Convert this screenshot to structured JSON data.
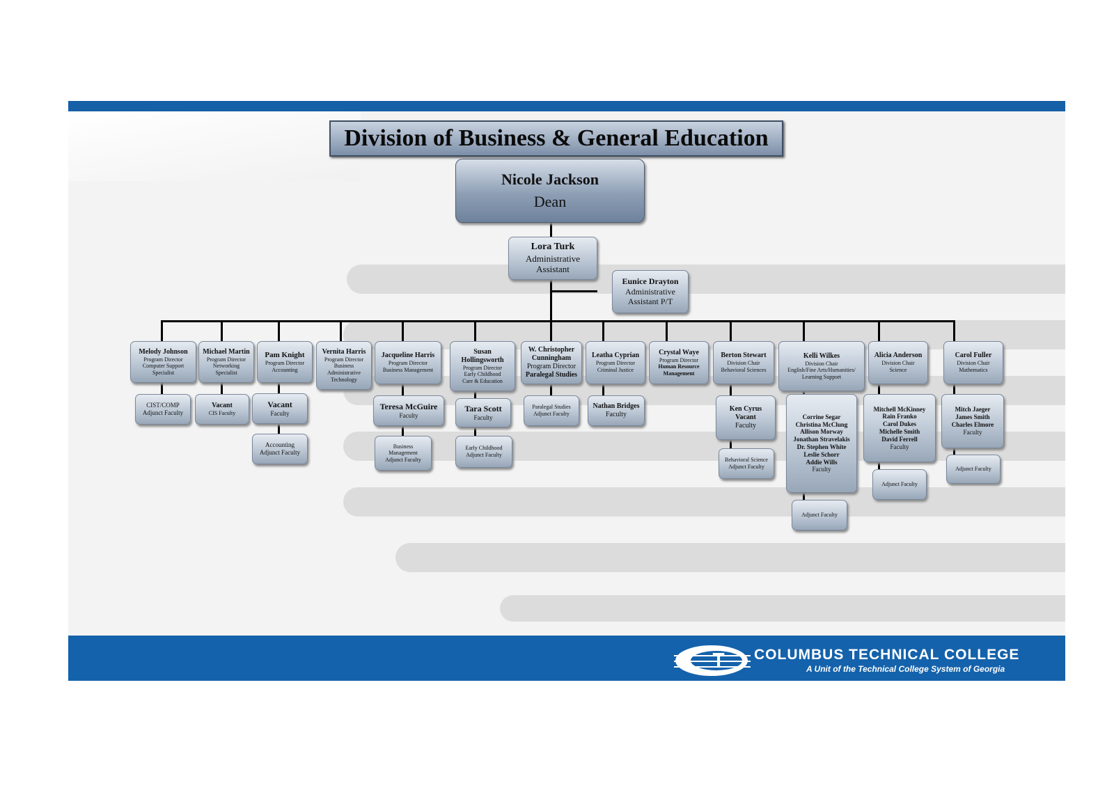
{
  "title": "Division of Business & General Education",
  "dean": {
    "name": "Nicole Jackson",
    "role": "Dean"
  },
  "assistant": {
    "name": "Lora Turk",
    "role1": "Administrative",
    "role2": "Assistant"
  },
  "assistant_pt": {
    "name": "Eunice Drayton",
    "role1": "Administrative",
    "role2": "Assistant P/T"
  },
  "programs": [
    {
      "name": "Melody Johnson",
      "lines": [
        "Program Director",
        "Computer Support",
        "Specialist"
      ]
    },
    {
      "name": "Michael Martin",
      "lines": [
        "Program Director",
        "Networking",
        "Specialist"
      ]
    },
    {
      "name": "Pam Knight",
      "lines": [
        "Program Director",
        "Accounting"
      ]
    },
    {
      "name": "Vernita Harris",
      "lines": [
        "Program Director",
        "Business",
        "Administrative",
        "Technology"
      ]
    },
    {
      "name": "Jacqueline Harris",
      "lines": [
        "Program Director",
        "Business Management"
      ]
    },
    {
      "name": "Susan Hollingsworth",
      "lines": [
        "Program Director",
        "Early Childhood",
        "Care & Education"
      ]
    },
    {
      "name": "W. Christopher Cunningham",
      "lines": [
        "Program Director",
        "Paralegal Studies"
      ]
    },
    {
      "name": "Leatha Cyprian",
      "lines": [
        "Program Director",
        "Criminal Justice"
      ]
    },
    {
      "name": "Crystal Waye",
      "lines": [
        "Program Director",
        "Human Resource",
        "Management"
      ]
    },
    {
      "name": "Berton Stewart",
      "lines": [
        "Division Chair",
        "Behavioral Sciences"
      ]
    },
    {
      "name": "Kelli Wilkes",
      "lines": [
        "Division Chair",
        "English/Fine Arts/Humanities/",
        "Learning Support"
      ]
    },
    {
      "name": "Alicia Anderson",
      "lines": [
        "Division Chair",
        "Science"
      ]
    },
    {
      "name": "Carol Fuller",
      "lines": [
        "Division Chair",
        "Mathematics"
      ]
    }
  ],
  "subs": {
    "cist_adjunct": [
      "CIST/COMP",
      "Adjunct Faculty"
    ],
    "cis_faculty": {
      "name": "Vacant",
      "role": "CIS Faculty"
    },
    "acct_faculty": {
      "name": "Vacant",
      "role": "Faculty"
    },
    "acct_adjunct": [
      "Accounting",
      "Adjunct Faculty"
    ],
    "bm_faculty": {
      "name": "Teresa McGuire",
      "role": "Faculty"
    },
    "bm_adjunct": [
      "Business",
      "Management",
      "Adjunct Faculty"
    ],
    "ec_faculty": {
      "name": "Tara Scott",
      "role": "Faculty"
    },
    "ec_adjunct": [
      "Early Childhood",
      "Adjunct Faculty"
    ],
    "para_adjunct": [
      "Paralegal Studies",
      "Adjunct Faculty"
    ],
    "cj_faculty": {
      "name": "Nathan Bridges",
      "role": "Faculty"
    },
    "bs_faculty": {
      "names": [
        "Ken Cyrus",
        "Vacant"
      ],
      "role": "Faculty"
    },
    "bs_adjunct": [
      "Behavioral Science",
      "Adjunct Faculty"
    ],
    "eng_faculty": {
      "names": [
        "Corrine Segar",
        "Christina McClung",
        "Allison Morway",
        "Jonathan Stravelakis",
        "Dr. Stephen White",
        "Leslie Schorr",
        "Addie Wills"
      ],
      "role": "Faculty"
    },
    "eng_adjunct": "Adjunct Faculty",
    "sci_faculty": {
      "names": [
        "Mitchell McKinney",
        "Rain Franko",
        "Carol Dukes",
        "Michelle Smith",
        "David Ferrell"
      ],
      "role": "Faculty"
    },
    "sci_adjunct": "Adjunct Faculty",
    "math_faculty": {
      "names": [
        "Mitch Jaeger",
        "James Smith",
        "Charles Elmore"
      ],
      "role": "Faculty"
    },
    "math_adjunct": "Adjunct Faculty"
  },
  "footer": {
    "college": "COLUMBUS TECHNICAL COLLEGE",
    "tagline": "A Unit of the Technical College System of Georgia"
  },
  "colors": {
    "brand_blue": "#1462ab",
    "box_fill": "#b8c4d2"
  }
}
